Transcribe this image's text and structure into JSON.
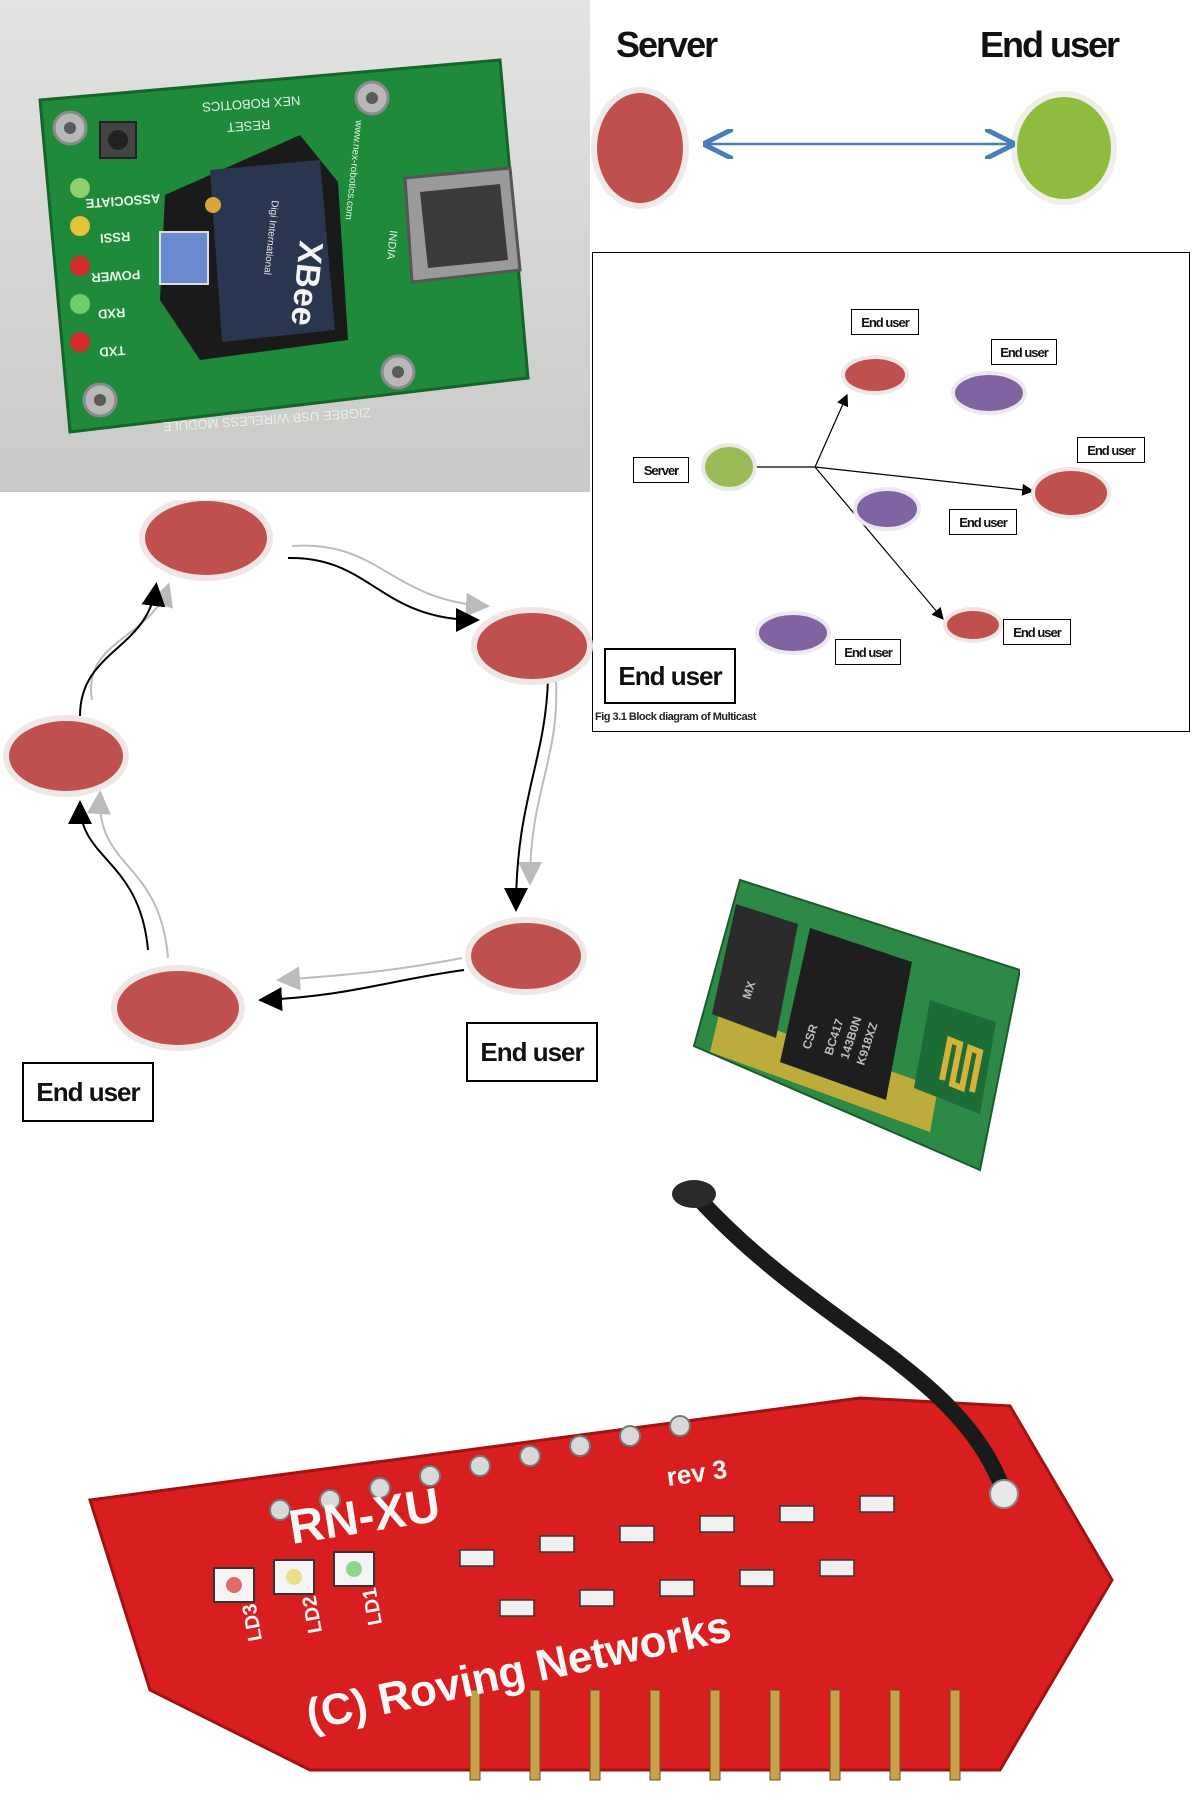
{
  "xbee_photo": {
    "board_label": "NEX ROBOTICS",
    "reset_label": "RESET",
    "led_labels": [
      "ASSOCIATE",
      "RSSI",
      "POWER",
      "RXD",
      "TXD"
    ],
    "module_brand": "XBee",
    "module_maker": "Digi International",
    "bottom_label": "ZIGBEE USB WIRELESS MODULE",
    "side_label": "www.nex-robotics.com",
    "country_label": "INDIA"
  },
  "unicast": {
    "left_label": "Server",
    "right_label": "End user",
    "colors": {
      "server": "#c0504d",
      "end_user": "#8fbc3e",
      "arrow": "#4a7ebb"
    }
  },
  "multicast": {
    "server_label": "Server",
    "node_labels": [
      "End user",
      "End user",
      "End user",
      "End user",
      "End user",
      "End user"
    ],
    "caption": "Fig 3.1 Block diagram of Multicast",
    "colors": {
      "red": "#c0504d",
      "purple": "#8064a2",
      "green": "#9bbb59"
    }
  },
  "ring": {
    "labels": [
      "End user",
      "End user",
      "End user"
    ],
    "colors": {
      "node": "#c0504d"
    }
  },
  "bluetooth_photo": {
    "chip_text": [
      "CSR",
      "BC417",
      "143B0N",
      "K918XZ",
      "MX"
    ]
  },
  "rnxu_photo": {
    "model_label": "RN-XU",
    "rev_label": "rev 3",
    "brand_label": "(C) Roving Networks",
    "led_labels": [
      "LD3",
      "LD2",
      "LD1"
    ]
  }
}
